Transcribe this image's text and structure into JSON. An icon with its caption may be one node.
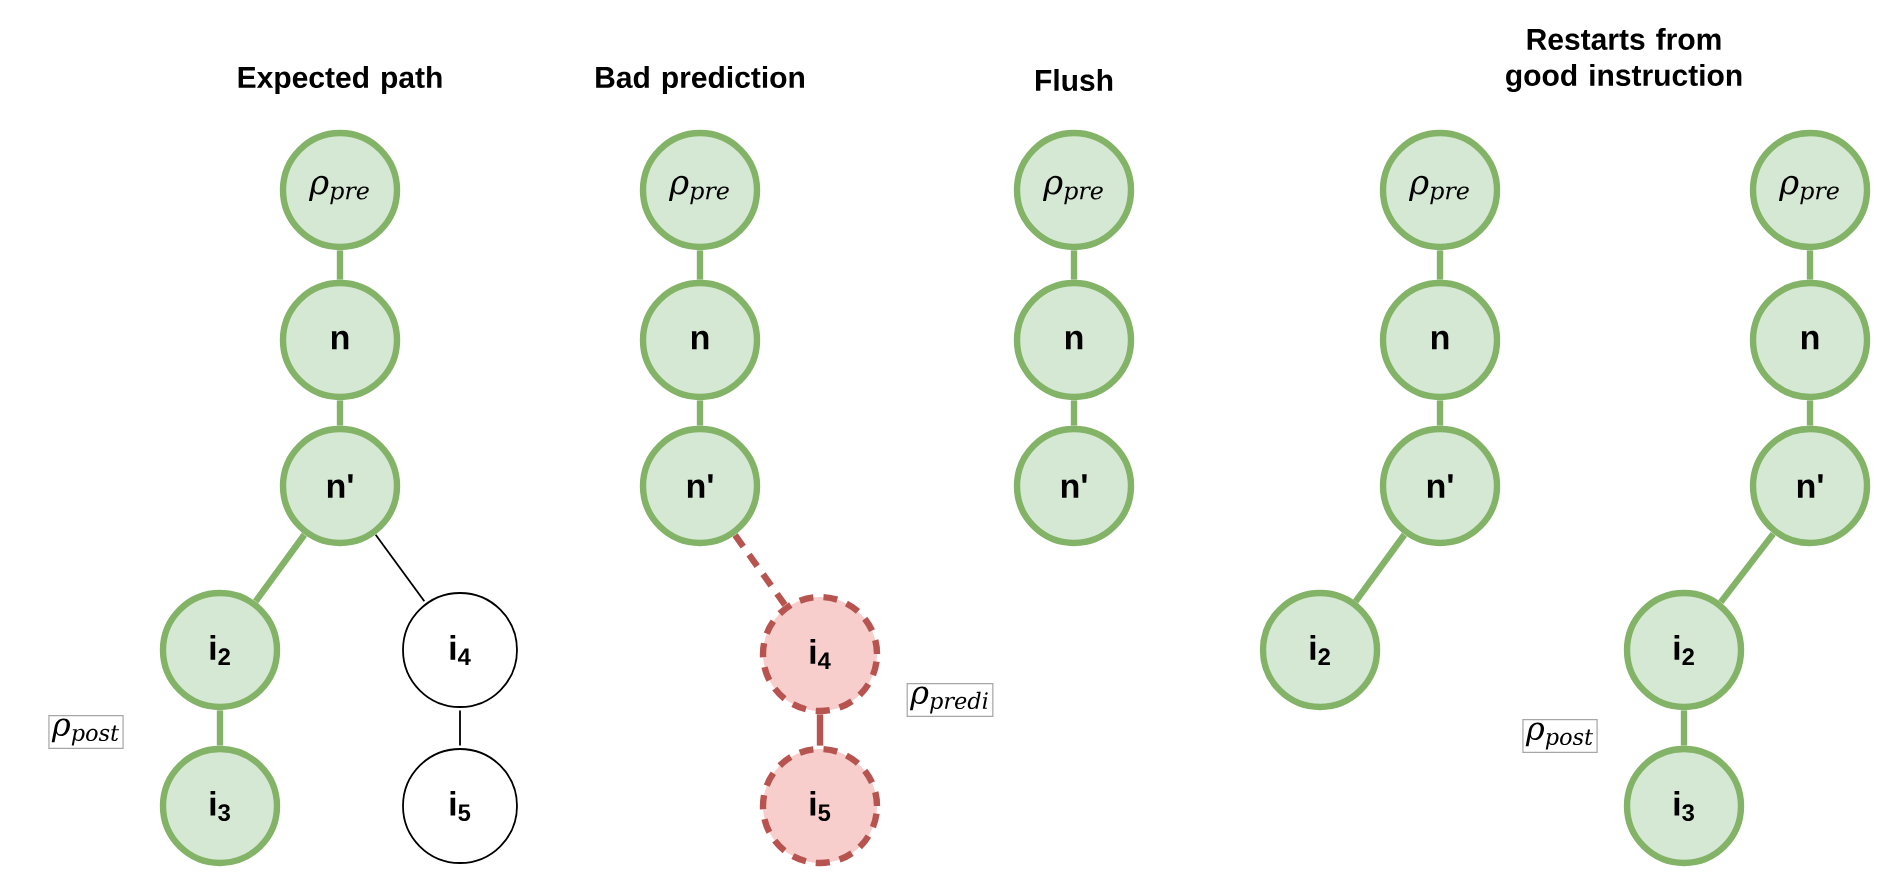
{
  "diagram": {
    "nodes": [
      {
        "text": [
          "ρ$_{pre}$"
        ]
      },
      {
        "text": [
          "n"
        ]
      },
      {
        "text": [
          "n'"
        ]
      },
      {
        "text": [
          "i$_{2}$"
        ]
      },
      {
        "text": [
          "i$_{3}$"
        ]
      },
      {
        "text": [
          "i$_{4}$"
        ]
      },
      {
        "text": [
          "i$_{5}$"
        ]
      },
      {
        "text": [
          "ρ$_{pre}$"
        ]
      },
      {
        "text": [
          "n"
        ]
      },
      {
        "text": [
          "n'"
        ]
      },
      {
        "text": [
          "i$_{4}$"
        ]
      },
      {
        "text": [
          "i$_{5}$"
        ]
      },
      {
        "text": [
          "ρ$_{pre}$"
        ]
      },
      {
        "text": [
          "n"
        ]
      },
      {
        "text": [
          "n'"
        ]
      },
      {
        "text": [
          "ρ$_{pre}$"
        ]
      },
      {
        "text": [
          "n"
        ]
      },
      {
        "text": [
          "n'"
        ]
      },
      {
        "text": [
          "i$_{2}$"
        ]
      },
      {
        "text": [
          "ρ$_{pre}$"
        ]
      },
      {
        "text": [
          "n"
        ]
      },
      {
        "text": [
          "n'"
        ]
      },
      {
        "text": [
          "i$_{2}$"
        ]
      },
      {
        "text": [
          "i$_{3}$"
        ]
      }
    ],
    "edges": [
      {
        "from": 0,
        "to": 1,
        "arrow": "none"
      },
      {
        "from": 1,
        "to": 2,
        "arrow": "none"
      },
      {
        "from": 2,
        "to": 3,
        "arrow": "none"
      },
      {
        "from": 3,
        "to": 4,
        "arrow": "none"
      },
      {
        "from": 2,
        "to": 5,
        "arrow": "none",
        "color": "#000000"
      },
      {
        "from": 5,
        "to": 6,
        "arrow": "none",
        "color": "#000000"
      },
      {
        "from": 7,
        "to": 8,
        "arrow": "none"
      },
      {
        "from": 8,
        "to": 9,
        "arrow": "none"
      },
      {
        "from": 9,
        "to": 10,
        "arrow": "none",
        "style": "dashed",
        "color": "#b85450"
      },
      {
        "from": 10,
        "to": 11,
        "arrow": "none",
        "color": "#b85450"
      },
      {
        "from": 12,
        "to": 13,
        "arrow": "none"
      },
      {
        "from": 13,
        "to": 14,
        "arrow": "none"
      },
      {
        "from": 15,
        "to": 16,
        "arrow": "none"
      },
      {
        "from": 16,
        "to": 17,
        "arrow": "none"
      },
      {
        "from": 17,
        "to": 18,
        "arrow": "none"
      },
      {
        "from": 19,
        "to": 20,
        "arrow": "none"
      },
      {
        "from": 20,
        "to": 21,
        "arrow": "none"
      },
      {
        "from": 21,
        "to": 22,
        "arrow": "none"
      },
      {
        "from": 22,
        "to": 23,
        "arrow": "none"
      }
    ],
    "labels": [
      "Expected path",
      "Bad prediction",
      "Flush",
      "Restarts from good instruction",
      "ρ$_{post}$",
      "ρ$_{predi}$",
      "ρ$_{post}$"
    ]
  }
}
